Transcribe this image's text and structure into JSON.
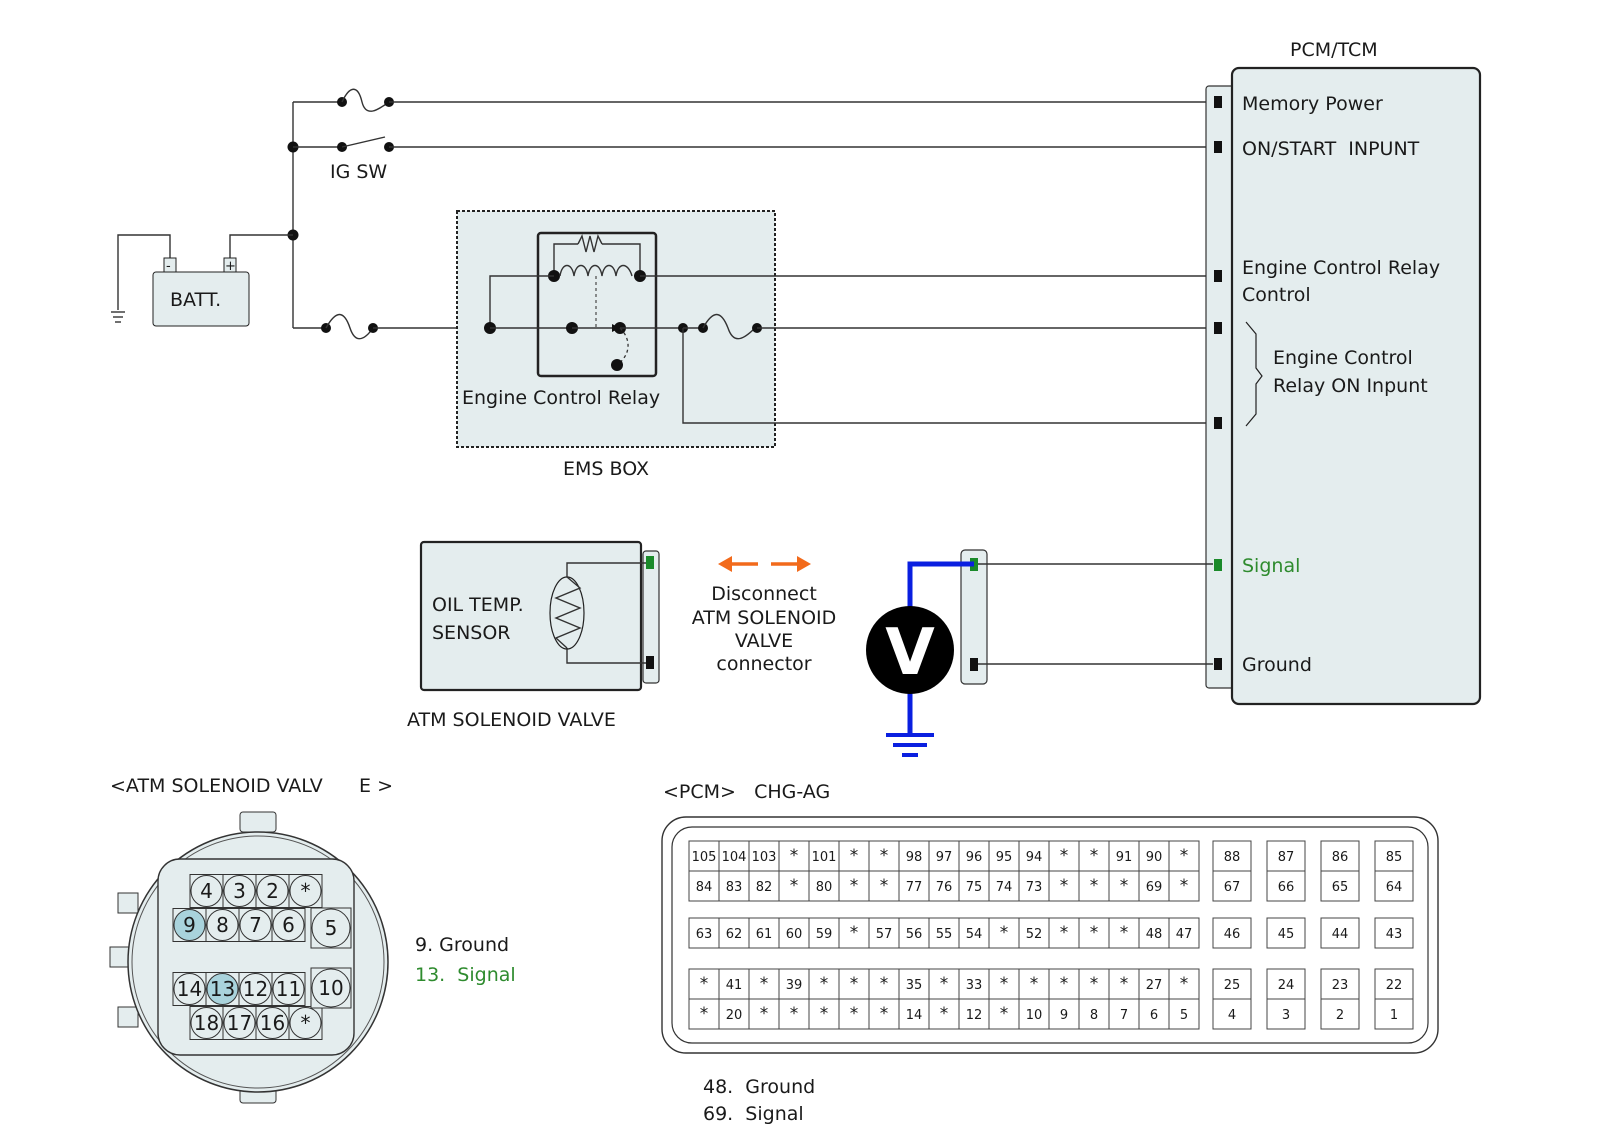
{
  "diagram": {
    "pcm_tcm": {
      "title": "PCM/TCM",
      "pins": {
        "memory_power": "Memory Power",
        "on_start_input": "ON/START  INPUNT",
        "ecr_control_1": "Engine Control Relay",
        "ecr_control_2": "Control",
        "ecr_on_input_1": "Engine Control",
        "ecr_on_input_2": "Relay ON Inpunt",
        "signal": "Signal",
        "ground": "Ground"
      }
    },
    "battery": {
      "label": "BATT.",
      "neg": "-",
      "pos": "+"
    },
    "ig_switch": {
      "label": "IG SW"
    },
    "ems_box": {
      "label": "EMS BOX",
      "relay_label": "Engine Control Relay"
    },
    "atm_solenoid": {
      "label": "ATM SOLENOID VALVE",
      "sensor_line1": "OIL TEMP.",
      "sensor_line2": "SENSOR"
    },
    "instruction": {
      "line1": "Disconnect",
      "line2": "ATM SOLENOID",
      "line3": "VALVE",
      "line4": "connector"
    },
    "voltmeter": {
      "symbol": "V",
      "wire_color": "#0a1fe0"
    },
    "colors": {
      "signal": "#2e8b2e",
      "arrow": "#f26a1b",
      "highlight_pin": "#a9d3dc",
      "box_fill": "#e4edee"
    }
  },
  "atm_connector": {
    "title": "<ATM SOLENOID VALV      E >",
    "row1": [
      "4",
      "3",
      "2",
      "*"
    ],
    "row2": [
      "9",
      "8",
      "7",
      "6"
    ],
    "pin5": "5",
    "row3": [
      "14",
      "13",
      "12",
      "11"
    ],
    "pin10": "10",
    "row4": [
      "18",
      "17",
      "16",
      "*"
    ],
    "highlighted": [
      "9",
      "13"
    ],
    "legend": {
      "ground": "9. Ground",
      "signal": "13.  Signal"
    }
  },
  "pcm_connector": {
    "title": "<PCM>   CHG-AG",
    "block_a_row1": [
      "105",
      "104",
      "103",
      "*",
      "101",
      "*",
      "*",
      "98",
      "97",
      "96",
      "95",
      "94",
      "*",
      "*",
      "91",
      "90",
      "*"
    ],
    "block_a_row2": [
      "84",
      "83",
      "82",
      "*",
      "80",
      "*",
      "*",
      "77",
      "76",
      "75",
      "74",
      "73",
      "*",
      "*",
      "*",
      "69",
      "*"
    ],
    "block_b_row": [
      "63",
      "62",
      "61",
      "60",
      "59",
      "*",
      "57",
      "56",
      "55",
      "54",
      "*",
      "52",
      "*",
      "*",
      "*",
      "48",
      "47"
    ],
    "block_c_row1": [
      "*",
      "41",
      "*",
      "39",
      "*",
      "*",
      "*",
      "35",
      "*",
      "33",
      "*",
      "*",
      "*",
      "*",
      "*",
      "27",
      "*"
    ],
    "block_c_row2": [
      "*",
      "20",
      "*",
      "*",
      "*",
      "*",
      "*",
      "14",
      "*",
      "12",
      "*",
      "10",
      "9",
      "8",
      "7",
      "6",
      "5"
    ],
    "side_a": [
      [
        "88",
        "67"
      ],
      [
        "87",
        "66"
      ],
      [
        "86",
        "65"
      ],
      [
        "85",
        "64"
      ]
    ],
    "side_b": [
      "46",
      "45",
      "44",
      "43"
    ],
    "side_c": [
      [
        "25",
        "4"
      ],
      [
        "24",
        "3"
      ],
      [
        "23",
        "2"
      ],
      [
        "22",
        "1"
      ]
    ],
    "legend": {
      "ground": "48.  Ground",
      "signal": "69.  Signal"
    }
  }
}
